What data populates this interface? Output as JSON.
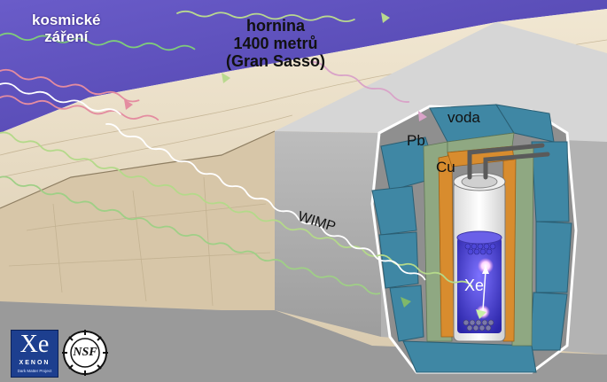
{
  "labels": {
    "cosmic_rays": [
      "kosmické",
      "záření"
    ],
    "rock": [
      "hornina",
      "1400 metrů",
      "(Gran Sasso)"
    ],
    "water": "voda",
    "lead": "Pb",
    "copper": "Cu",
    "wimp": "WIMP",
    "xenon": "Xe"
  },
  "logos": {
    "xenon": {
      "symbol": "Xe",
      "word": "XENON",
      "subtitle": "Dark Matter Project"
    },
    "nsf": {
      "text": "NSF"
    }
  },
  "colors": {
    "sky": "#5b4fb8",
    "rock": "#e7dcc4",
    "hall": "#c9c9c9",
    "water": "#3f87a4",
    "lead": "#8fa882",
    "copper": "#d88c2e",
    "xenon": "#3a34c9",
    "logo_blue": "#1d3f8f"
  }
}
